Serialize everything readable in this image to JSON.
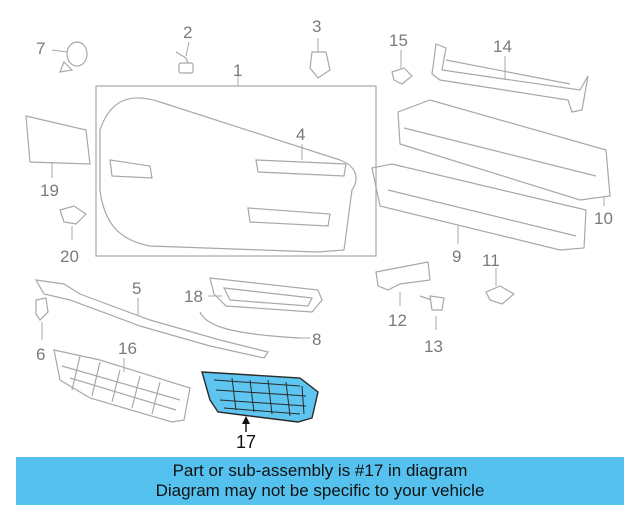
{
  "diagram": {
    "callouts": {
      "n1": "1",
      "n2": "2",
      "n3": "3",
      "n4": "4",
      "n5": "5",
      "n6": "6",
      "n7": "7",
      "n8": "8",
      "n9": "9",
      "n10": "10",
      "n11": "11",
      "n12": "12",
      "n13": "13",
      "n14": "14",
      "n15": "15",
      "n16": "16",
      "n17": "17",
      "n18": "18",
      "n19": "19",
      "n20": "20"
    },
    "highlight_color": "#5ec4f0"
  },
  "banner": {
    "line1": "Part or sub-assembly is #17 in diagram",
    "line2": "Diagram may not be specific to your vehicle",
    "color": "#55c1ef"
  }
}
